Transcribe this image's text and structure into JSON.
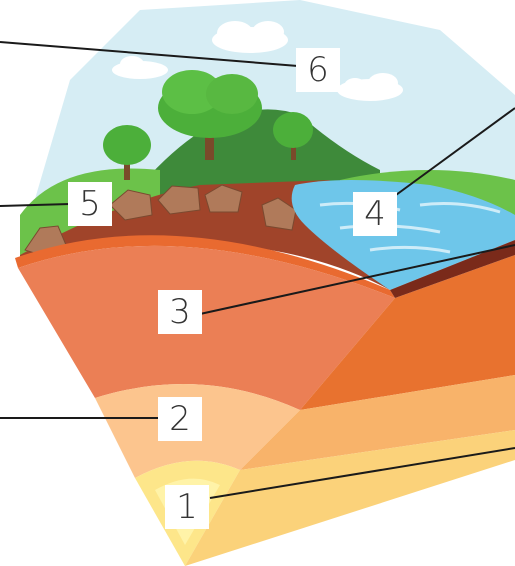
{
  "diagram": {
    "labels": [
      {
        "id": "label-1",
        "text": "1",
        "part": "inner-core"
      },
      {
        "id": "label-2",
        "text": "2",
        "part": "outer-core"
      },
      {
        "id": "label-3",
        "text": "3",
        "part": "mantle"
      },
      {
        "id": "label-4",
        "text": "4",
        "part": "hydrosphere"
      },
      {
        "id": "label-5",
        "text": "5",
        "part": "lithosphere"
      },
      {
        "id": "label-6",
        "text": "6",
        "part": "atmosphere"
      }
    ]
  },
  "colors": {
    "sky": "#d6edf4",
    "cloud": "#ffffff",
    "hill": "#3e8a3a",
    "grass": "#6cc24a",
    "soil": "#a0442a",
    "rock": "#b07a5a",
    "water": "#6ec6ea",
    "crust_band": "#e96a30",
    "mantle": "#eb7f55",
    "mantle_side": "#e8722f",
    "outer_core": "#fcc58e",
    "outer_core_side": "#f8b36a",
    "inner_core": "#fde68a",
    "inner_core_glow": "#fff3a8",
    "tree_leaf": "#4caf3a",
    "tree_trunk": "#7a4a2a",
    "leader_line": "#1a1a1a"
  }
}
